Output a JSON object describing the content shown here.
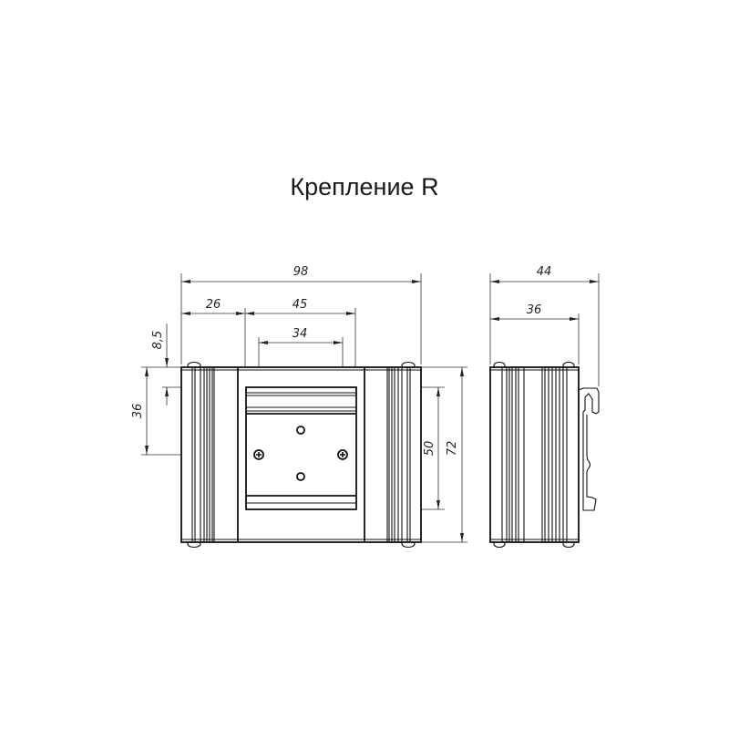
{
  "title": "Крепление R",
  "front_view": {
    "dims": {
      "overall_width": "98",
      "left_offset": "26",
      "rail_width": "45",
      "hole_spacing": "34",
      "top_offset": "8,5",
      "hole_height": "36",
      "rail_height": "50",
      "overall_height": "72"
    }
  },
  "side_view": {
    "dims": {
      "overall_depth": "44",
      "body_depth": "36"
    }
  },
  "colors": {
    "line": "#111111",
    "background": "#ffffff"
  }
}
